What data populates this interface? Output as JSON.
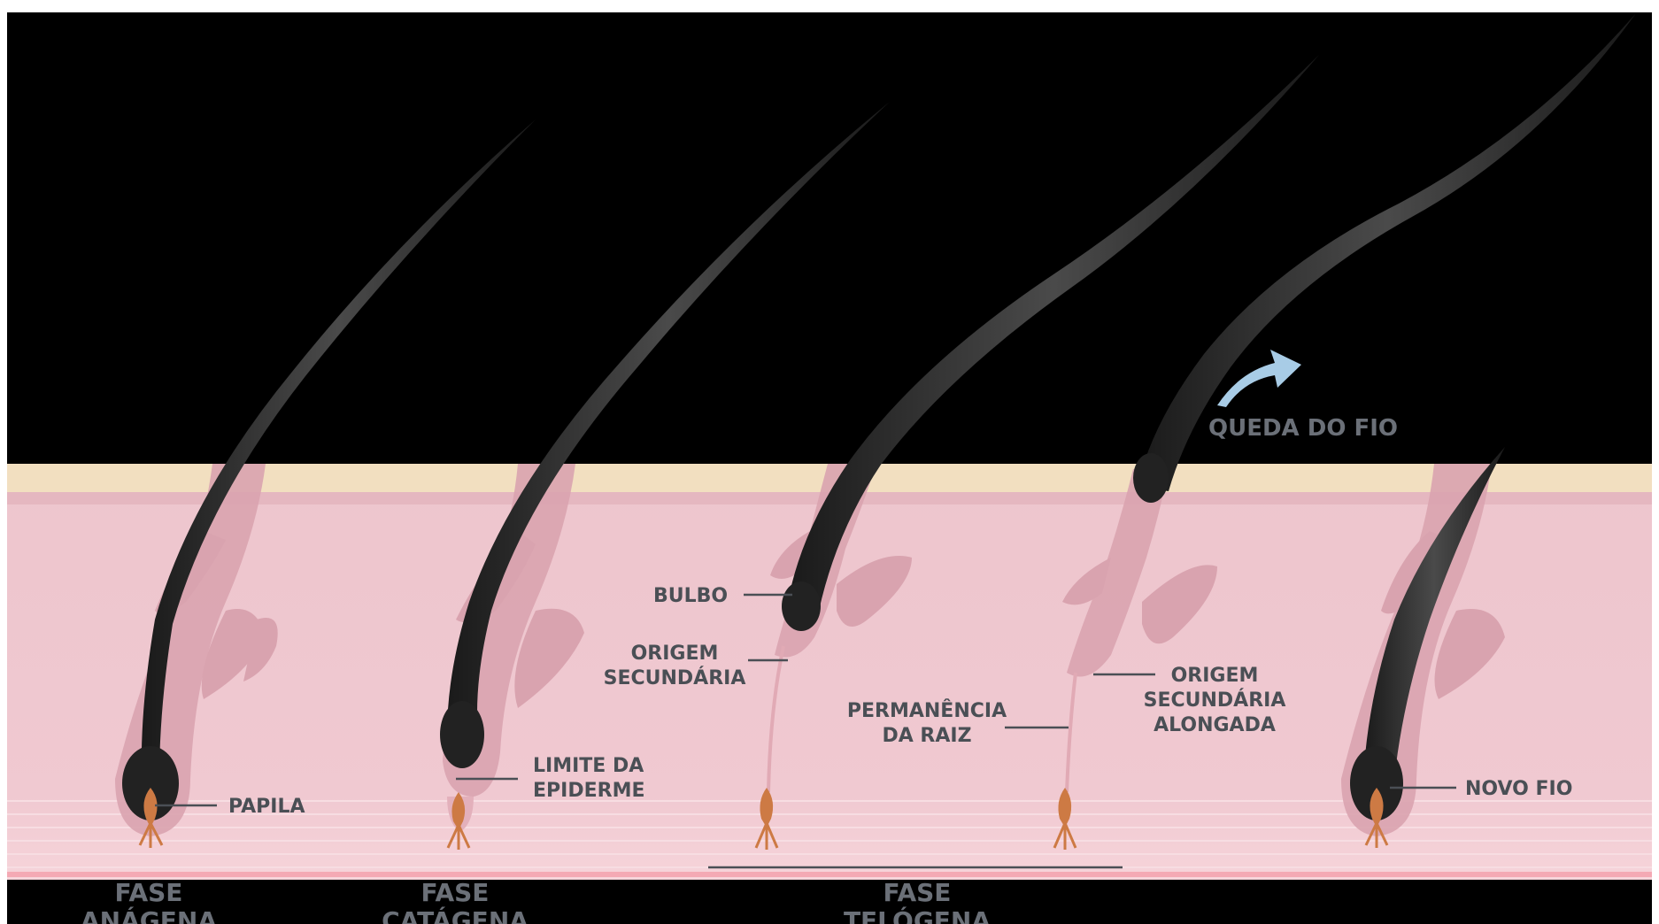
{
  "labels": {
    "papila": "PAPILA",
    "limite_l1": "LIMITE DA",
    "limite_l2": "EPIDERME",
    "bulbo": "BULBO",
    "origem_l1": "ORIGEM",
    "origem_l2": "SECUNDÁRIA",
    "perm_l1": "PERMANÊNCIA",
    "perm_l2": "DA RAIZ",
    "origem_along_l1": "ORIGEM",
    "origem_along_l2": "SECUNDÁRIA",
    "origem_along_l3": "ALONGADA",
    "novo_fio": "NOVO FIO",
    "queda_do_fio": "QUEDA DO FIO"
  },
  "phases": {
    "anagena_l1": "FASE",
    "anagena_l2": "ANÁGENA",
    "catagena_l1": "FASE",
    "catagena_l2": "CATÁGENA",
    "telogena_l1": "FASE",
    "telogena_l2": "TELÓGENA"
  },
  "colors": {
    "background": "#000000",
    "skin": "#f0c8d0",
    "epidermis_top": "#f2dfc0",
    "follicle": "#dba4b0",
    "hair": "#2b2b2b",
    "papilla": "#cd7a44",
    "arrow": "#a8cce6",
    "label": "#4a4f55"
  }
}
